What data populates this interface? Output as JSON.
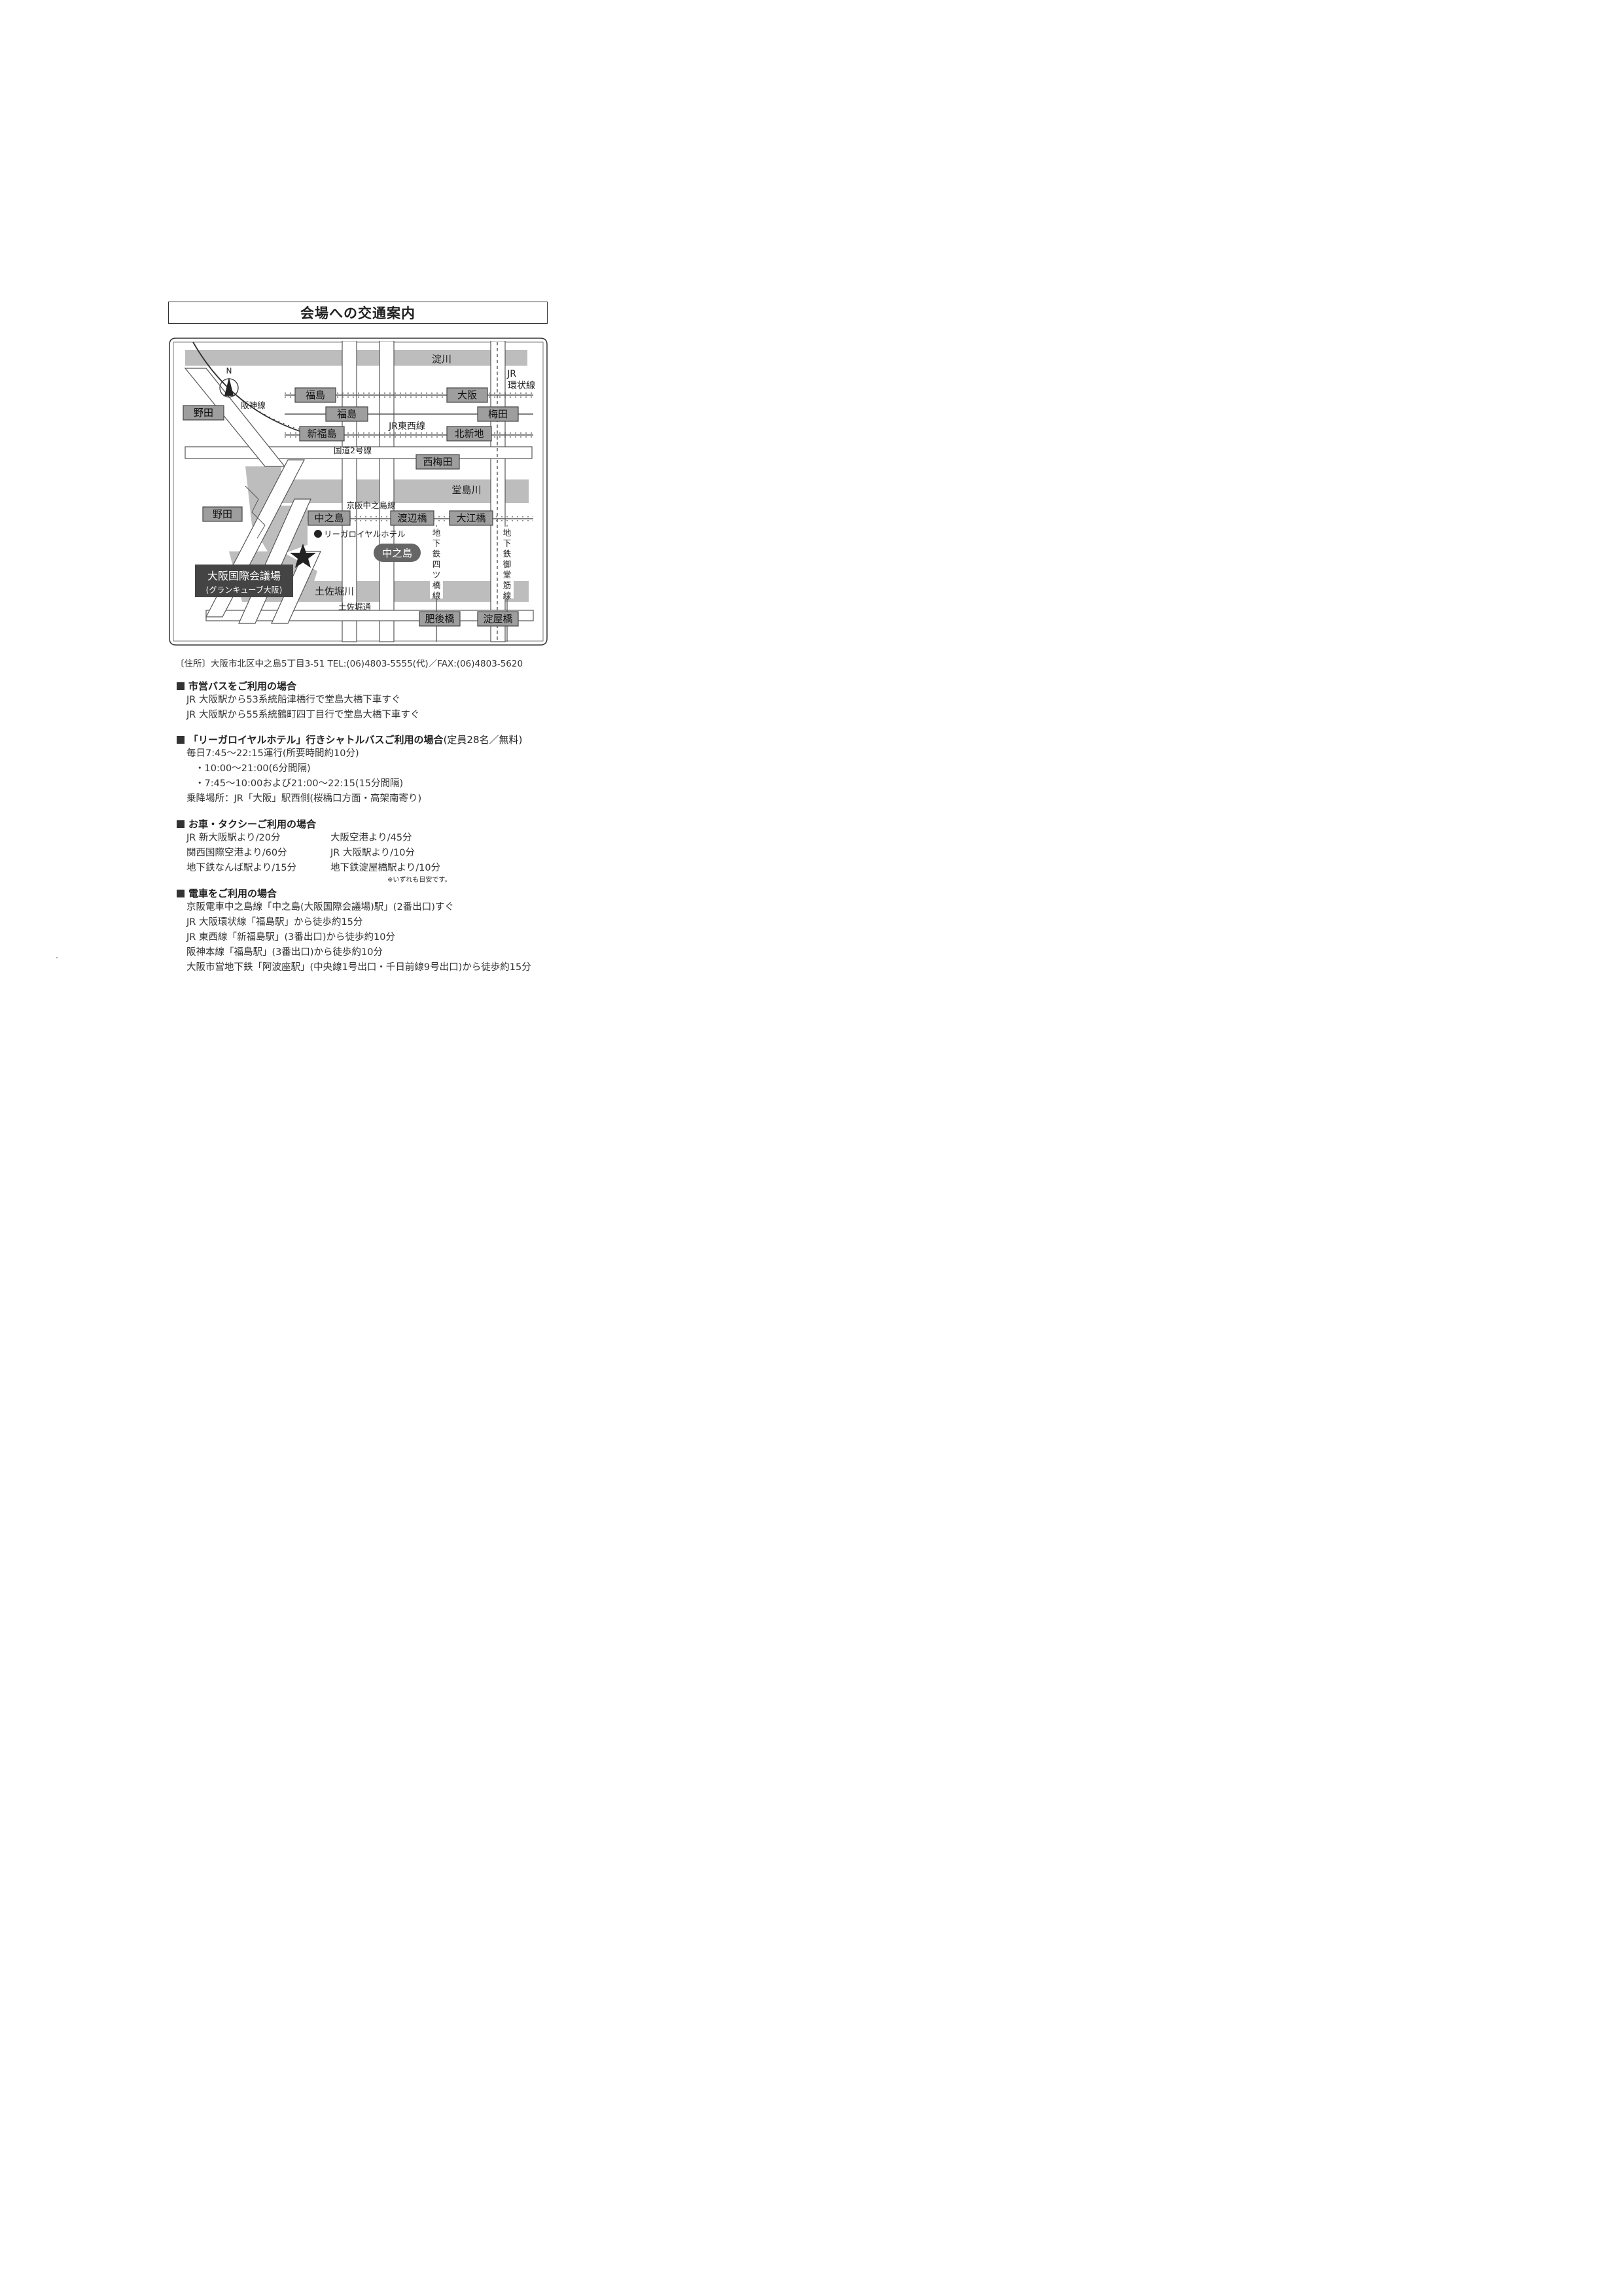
{
  "title": "会場への交通案内",
  "map": {
    "north": "N",
    "rivers": [
      "淀川",
      "堂島川",
      "土佐堀川"
    ],
    "roads": [
      "国道2号線",
      "土佐堀通"
    ],
    "lines": [
      "阪神線",
      "JR東西線",
      "京阪中之島線",
      "JR 環状線"
    ],
    "jr_loop_label": [
      "JR",
      "環状線"
    ],
    "subway_yotsubashi": "地下鉄四ツ橋線",
    "subway_midosuji": "地下鉄御堂筋線",
    "stations": {
      "noda_top": "野田",
      "fukushima_hanshin": "福島",
      "fukushima_jr": "福島",
      "shinfukushima": "新福島",
      "osaka": "大阪",
      "umeda": "梅田",
      "kitashinchi": "北新地",
      "nishiumeda": "西梅田",
      "noda_mid": "野田",
      "nakanoshima": "中之島",
      "watanabebashi": "渡辺橋",
      "oebashi": "大江橋",
      "higobashi": "肥後橋",
      "yodoyabashi": "淀屋橋"
    },
    "area_label": "中之島",
    "hotel": "リーガロイヤルホテル",
    "venue_name": "大阪国際会議場",
    "venue_sub": "(グランキューブ大阪)"
  },
  "address": "〔住所〕大阪市北区中之島5丁目3-51 TEL:(06)4803-5555(代)／FAX:(06)4803-5620",
  "sections": {
    "bus": {
      "heading": "市営バスをご利用の場合",
      "lines": [
        "JR 大阪駅から53系統船津橋行で堂島大橋下車すぐ",
        "JR 大阪駅から55系統鶴町四丁目行で堂島大橋下車すぐ"
      ]
    },
    "shuttle": {
      "heading": "「リーガロイヤルホテル」行きシャトルバスご利用の場合",
      "heading_note": "(定員28名／無料)",
      "line1": "毎日7:45～22:15運行(所要時間約10分)",
      "line2": "・10:00～21:00(6分間隔)",
      "line3": "・7:45～10:00および21:00～22:15(15分間隔)",
      "line4": "乗降場所：JR「大阪」駅西側(桜橋口方面・高架南寄り)"
    },
    "taxi": {
      "heading": "お車・タクシーご利用の場合",
      "items": [
        "JR 新大阪駅より/20分",
        "大阪空港より/45分",
        "関西国際空港より/60分",
        "JR 大阪駅より/10分",
        "地下鉄なんば駅より/15分",
        "地下鉄淀屋橋駅より/10分"
      ],
      "note": "※いずれも目安です。"
    },
    "train": {
      "heading": "電車をご利用の場合",
      "lines": [
        "京阪電車中之島線「中之島(大阪国際会議場)駅」(2番出口)すぐ",
        "JR 大阪環状線「福島駅」から徒歩約15分",
        "JR 東西線「新福島駅」(3番出口)から徒歩約10分",
        "阪神本線「福島駅」(3番出口)から徒歩約10分",
        "大阪市営地下鉄「阿波座駅」(中央線1号出口・千日前線9号出口)から徒歩約15分"
      ]
    }
  }
}
